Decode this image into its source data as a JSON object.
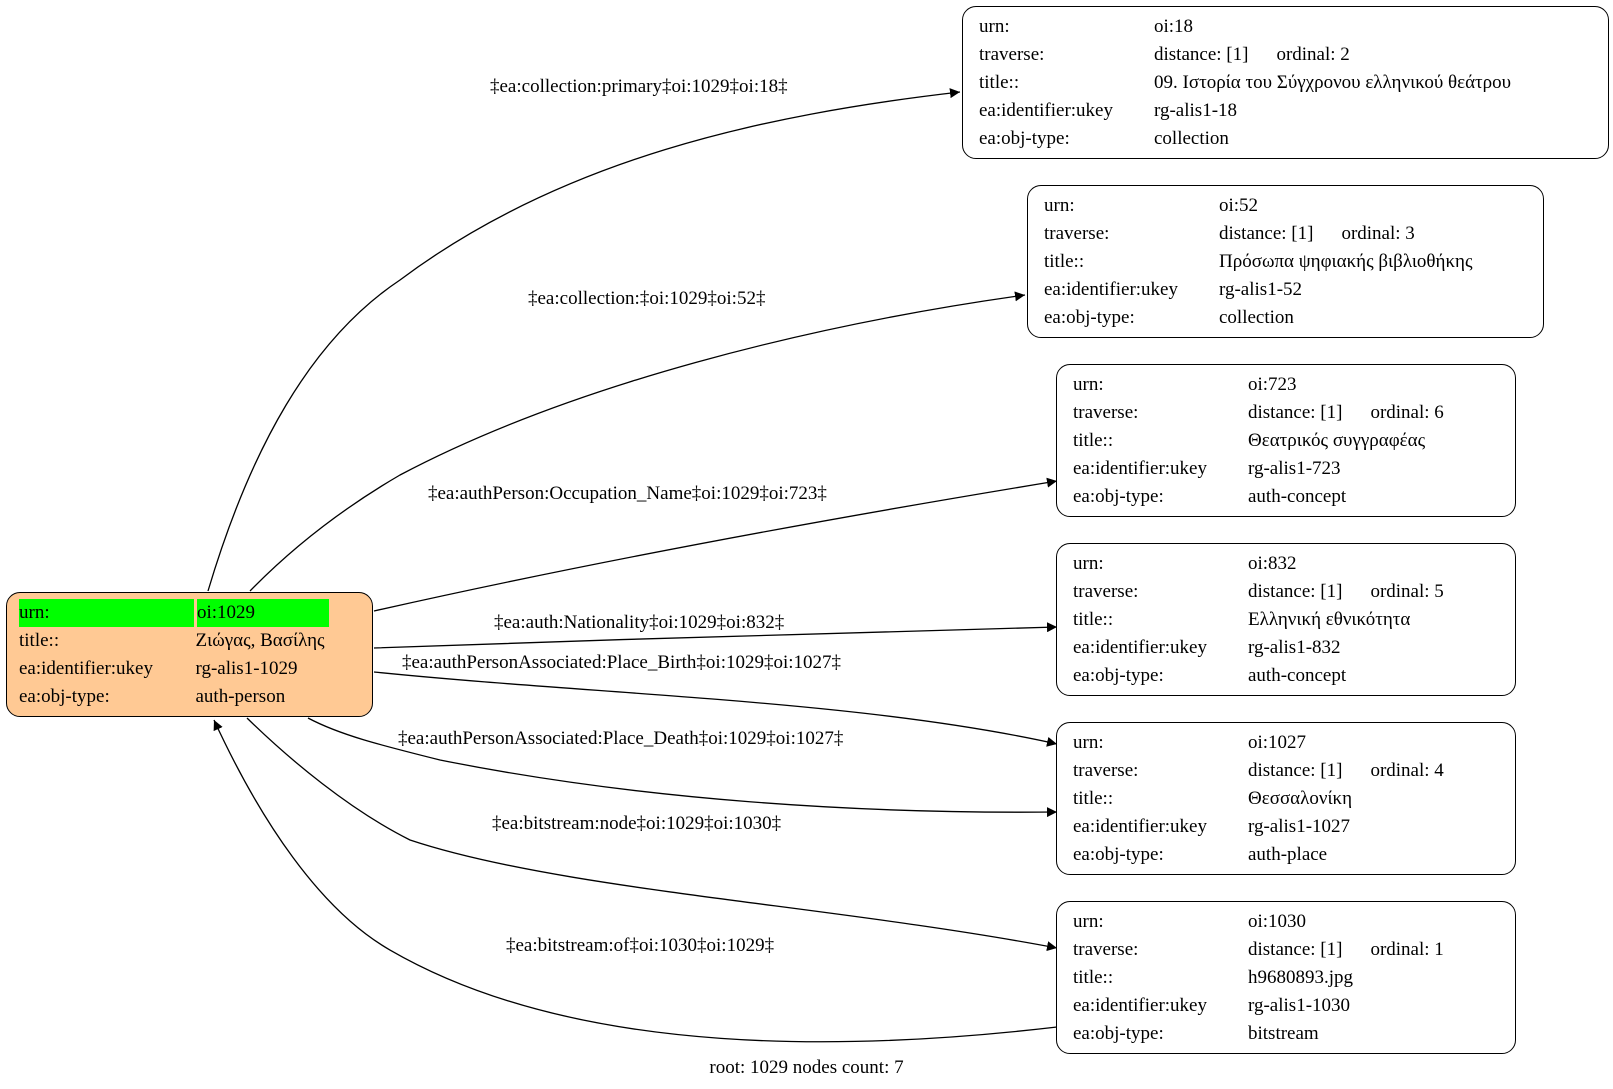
{
  "nodes": {
    "root": {
      "urn_key": "urn:",
      "urn": "oi:1029",
      "title_key": "title::",
      "title": "Ζιώγας, Βασίλης",
      "ukey_key": "ea:identifier:ukey",
      "ukey": "rg-alis1-1029",
      "type_key": "ea:obj-type:",
      "type": "auth-person",
      "fill": "#ffc994",
      "highlight": "#00ff00"
    },
    "n18": {
      "urn_key": "urn:",
      "urn": "oi:18",
      "trav_key": "traverse:",
      "distance": "distance: [1]",
      "ordinal": "ordinal: 2",
      "title_key": "title::",
      "title": "09. Ιστορία του Σύγχρονου ελληνικού θεάτρου",
      "ukey_key": "ea:identifier:ukey",
      "ukey": "rg-alis1-18",
      "type_key": "ea:obj-type:",
      "type": "collection"
    },
    "n52": {
      "urn_key": "urn:",
      "urn": "oi:52",
      "trav_key": "traverse:",
      "distance": "distance: [1]",
      "ordinal": "ordinal: 3",
      "title_key": "title::",
      "title": "Πρόσωπα ψηφιακής βιβλιοθήκης",
      "ukey_key": "ea:identifier:ukey",
      "ukey": "rg-alis1-52",
      "type_key": "ea:obj-type:",
      "type": "collection"
    },
    "n723": {
      "urn_key": "urn:",
      "urn": "oi:723",
      "trav_key": "traverse:",
      "distance": "distance: [1]",
      "ordinal": "ordinal: 6",
      "title_key": "title::",
      "title": "Θεατρικός συγγραφέας",
      "ukey_key": "ea:identifier:ukey",
      "ukey": "rg-alis1-723",
      "type_key": "ea:obj-type:",
      "type": "auth-concept"
    },
    "n832": {
      "urn_key": "urn:",
      "urn": "oi:832",
      "trav_key": "traverse:",
      "distance": "distance: [1]",
      "ordinal": "ordinal: 5",
      "title_key": "title::",
      "title": "Ελληνική εθνικότητα",
      "ukey_key": "ea:identifier:ukey",
      "ukey": "rg-alis1-832",
      "type_key": "ea:obj-type:",
      "type": "auth-concept"
    },
    "n1027": {
      "urn_key": "urn:",
      "urn": "oi:1027",
      "trav_key": "traverse:",
      "distance": "distance: [1]",
      "ordinal": "ordinal: 4",
      "title_key": "title::",
      "title": "Θεσσαλονίκη",
      "ukey_key": "ea:identifier:ukey",
      "ukey": "rg-alis1-1027",
      "type_key": "ea:obj-type:",
      "type": "auth-place"
    },
    "n1030": {
      "urn_key": "urn:",
      "urn": "oi:1030",
      "trav_key": "traverse:",
      "distance": "distance: [1]",
      "ordinal": "ordinal: 1",
      "title_key": "title::",
      "title": "h9680893.jpg",
      "ukey_key": "ea:identifier:ukey",
      "ukey": "rg-alis1-1030",
      "type_key": "ea:obj-type:",
      "type": "bitstream"
    }
  },
  "edges": {
    "e18": {
      "from": "oi:1029",
      "to": "oi:18",
      "label": "‡ea:collection:primary‡oi:1029‡oi:18‡"
    },
    "e52": {
      "from": "oi:1029",
      "to": "oi:52",
      "label": "‡ea:collection:‡oi:1029‡oi:52‡"
    },
    "e723": {
      "from": "oi:1029",
      "to": "oi:723",
      "label": "‡ea:authPerson:Occupation_Name‡oi:1029‡oi:723‡"
    },
    "e832": {
      "from": "oi:1029",
      "to": "oi:832",
      "label": "‡ea:auth:Nationality‡oi:1029‡oi:832‡"
    },
    "eBirth": {
      "from": "oi:1029",
      "to": "oi:1027",
      "label": "‡ea:authPersonAssociated:Place_Birth‡oi:1029‡oi:1027‡"
    },
    "eDeath": {
      "from": "oi:1029",
      "to": "oi:1027",
      "label": "‡ea:authPersonAssociated:Place_Death‡oi:1029‡oi:1027‡"
    },
    "eNode": {
      "from": "oi:1029",
      "to": "oi:1030",
      "label": "‡ea:bitstream:node‡oi:1029‡oi:1030‡"
    },
    "eOf": {
      "from": "oi:1030",
      "to": "oi:1029",
      "label": "‡ea:bitstream:of‡oi:1030‡oi:1029‡"
    }
  },
  "footer": "root: 1029 nodes count: 7"
}
